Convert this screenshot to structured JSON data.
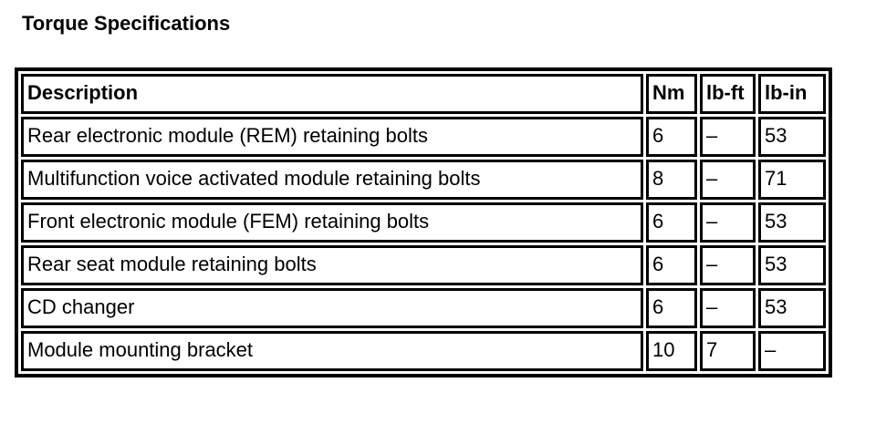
{
  "page": {
    "title": "Torque Specifications"
  },
  "colors": {
    "text": "#000000",
    "border": "#000000",
    "background": "#ffffff"
  },
  "table": {
    "columns": [
      "Description",
      "Nm",
      "lb-ft",
      "lb-in"
    ],
    "rows": [
      {
        "description": "Rear electronic module (REM) retaining bolts",
        "nm": "6",
        "lb_ft": "–",
        "lb_in": "53"
      },
      {
        "description": "Multifunction voice activated module retaining bolts",
        "nm": "8",
        "lb_ft": "–",
        "lb_in": "71"
      },
      {
        "description": "Front electronic module (FEM) retaining bolts",
        "nm": "6",
        "lb_ft": "–",
        "lb_in": "53"
      },
      {
        "description": "Rear seat module retaining bolts",
        "nm": "6",
        "lb_ft": "–",
        "lb_in": "53"
      },
      {
        "description": "CD changer",
        "nm": "6",
        "lb_ft": "–",
        "lb_in": "53"
      },
      {
        "description": "Module mounting bracket",
        "nm": "10",
        "lb_ft": "7",
        "lb_in": "–"
      }
    ]
  }
}
